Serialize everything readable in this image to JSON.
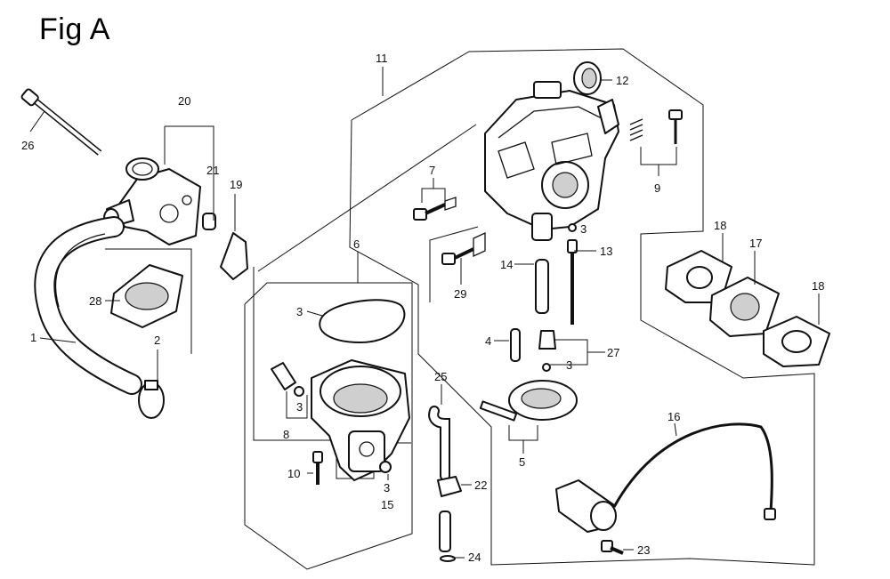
{
  "figure_title": "Fig A",
  "callouts": [
    {
      "id": "c26",
      "text": "26"
    },
    {
      "id": "c20",
      "text": "20"
    },
    {
      "id": "c21",
      "text": "21"
    },
    {
      "id": "c19",
      "text": "19"
    },
    {
      "id": "c28",
      "text": "28"
    },
    {
      "id": "c1",
      "text": "1"
    },
    {
      "id": "c2",
      "text": "2"
    },
    {
      "id": "c11",
      "text": "11"
    },
    {
      "id": "c12",
      "text": "12"
    },
    {
      "id": "c9",
      "text": "9"
    },
    {
      "id": "c7",
      "text": "7"
    },
    {
      "id": "c3a",
      "text": "3"
    },
    {
      "id": "c13",
      "text": "13"
    },
    {
      "id": "c14",
      "text": "14"
    },
    {
      "id": "c29",
      "text": "29"
    },
    {
      "id": "c6",
      "text": "6"
    },
    {
      "id": "c3b",
      "text": "3"
    },
    {
      "id": "c18a",
      "text": "18"
    },
    {
      "id": "c17",
      "text": "17"
    },
    {
      "id": "c18b",
      "text": "18"
    },
    {
      "id": "c4",
      "text": "4"
    },
    {
      "id": "c27",
      "text": "27"
    },
    {
      "id": "c3c",
      "text": "3"
    },
    {
      "id": "c3d",
      "text": "3"
    },
    {
      "id": "c8",
      "text": "8"
    },
    {
      "id": "c25",
      "text": "25"
    },
    {
      "id": "c5",
      "text": "5"
    },
    {
      "id": "c16",
      "text": "16"
    },
    {
      "id": "c10",
      "text": "10"
    },
    {
      "id": "c22",
      "text": "22"
    },
    {
      "id": "c3e",
      "text": "3"
    },
    {
      "id": "c15",
      "text": "15"
    },
    {
      "id": "c23",
      "text": "23"
    },
    {
      "id": "c24",
      "text": "24"
    }
  ]
}
